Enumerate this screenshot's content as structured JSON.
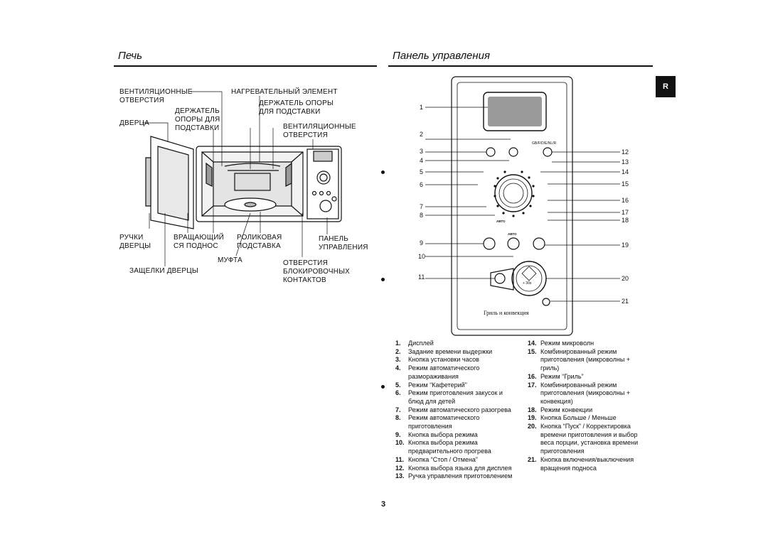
{
  "left_section": {
    "title": "Печь",
    "labels": {
      "vent_left": [
        "ВЕНТИЛЯЦИОННЫЕ",
        "ОТВЕРСТИЯ"
      ],
      "heater": [
        "НАГРЕВАТЕЛЬНЫЙ ЭЛЕМЕНТ"
      ],
      "holder_left": [
        "ДЕРЖАТЕЛЬ",
        "ОПОРЫ ДЛЯ",
        "ПОДСТАВКИ"
      ],
      "holder_right": [
        "ДЕРЖАТЕЛЬ ОПОРЫ",
        "ДЛЯ ПОДСТАВКИ"
      ],
      "door": [
        "ДВЕРЦА"
      ],
      "vent_right": [
        "ВЕНТИЛЯЦИОННЫЕ",
        "ОТВЕРСТИЯ"
      ],
      "handle": [
        "РУЧКИ",
        "ДВЕРЦЫ"
      ],
      "tray": [
        "ВРАЩАЮЩИЙ",
        "СЯ ПОДНОС"
      ],
      "roller": [
        "РОЛИКОВАЯ",
        "ПОДСТАВКА"
      ],
      "panel": [
        "ПАНЕЛЬ",
        "УПРАВЛЕНИЯ"
      ],
      "coupler": [
        "МУФТА"
      ],
      "latches": [
        "ЗАЩЕЛКИ ДВЕРЦЫ"
      ],
      "interlock": [
        "ОТВЕРСТИЯ",
        "БЛОКИРОВОЧНЫХ",
        "КОНТАКТОВ"
      ]
    }
  },
  "right_section": {
    "title": "Панель управления",
    "lang_tab": "R",
    "left_numbers": [
      "1",
      "2",
      "3",
      "4",
      "5",
      "6",
      "7",
      "8",
      "9",
      "10",
      "11"
    ],
    "right_numbers": [
      "12",
      "13",
      "14",
      "15",
      "16",
      "17",
      "18",
      "19",
      "20",
      "21"
    ],
    "panel_texts": {
      "lang_button": "GB/F/D/E/NL/R",
      "auto1": "АВТО",
      "auto2": "АВТО",
      "start_plus": "+ 30s",
      "brand": "Гриль и конвекция"
    }
  },
  "legend_left": [
    {
      "n": "1.",
      "lines": [
        "Дисплей"
      ]
    },
    {
      "n": "2.",
      "lines": [
        "Задание времени выдержки"
      ]
    },
    {
      "n": "3.",
      "lines": [
        "Кнопка установки часов"
      ]
    },
    {
      "n": "4.",
      "lines": [
        "Режим автоматического",
        "размораживания"
      ]
    },
    {
      "n": "5.",
      "lines": [
        "Режим “Кафетерий”"
      ]
    },
    {
      "n": "6.",
      "lines": [
        "Режим приготовления закусок и",
        "блюд для детей"
      ]
    },
    {
      "n": "7.",
      "lines": [
        "Режим автоматического разогрева"
      ]
    },
    {
      "n": "8.",
      "lines": [
        "Режим автоматического",
        "приготовления"
      ]
    },
    {
      "n": "9.",
      "lines": [
        "Кнопка выбора режима"
      ]
    },
    {
      "n": "10.",
      "lines": [
        "Кнопка выбора режима",
        "предварительного прогрева"
      ]
    },
    {
      "n": "11.",
      "lines": [
        "Кнопка “Стоп / Отмена”"
      ]
    },
    {
      "n": "12.",
      "lines": [
        "Кнопка выбора языка для дисплея"
      ]
    },
    {
      "n": "13.",
      "lines": [
        "Ручка управления приготовлением"
      ]
    }
  ],
  "legend_right": [
    {
      "n": "14.",
      "lines": [
        "Режим микроволн"
      ]
    },
    {
      "n": "15.",
      "lines": [
        "Комбинированный режим",
        "приготовления (микроволны +",
        "гриль)"
      ]
    },
    {
      "n": "16.",
      "lines": [
        "Режим “Гриль”"
      ]
    },
    {
      "n": "17.",
      "lines": [
        "Комбинированный режим",
        "приготовления (микроволны +",
        "конвекция)"
      ]
    },
    {
      "n": "18.",
      "lines": [
        "Режим конвекции"
      ]
    },
    {
      "n": "19.",
      "lines": [
        "Кнопка Больше / Меньше"
      ]
    },
    {
      "n": "20.",
      "lines": [
        "Кнопка “Пуск” / Корректировка",
        "времени приготовления и выбор",
        "веса порции, установка времени",
        "приготовления"
      ]
    },
    {
      "n": "21.",
      "lines": [
        "Кнопка включения/выключения",
        "вращения подноса"
      ]
    }
  ],
  "page_number": "3"
}
